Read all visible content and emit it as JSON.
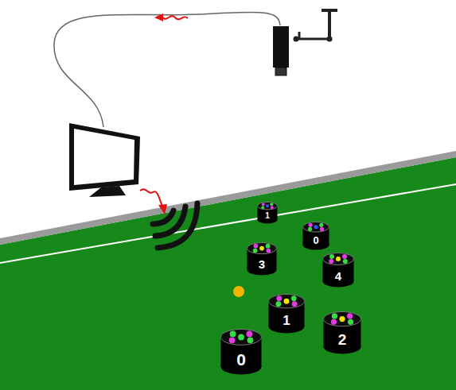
{
  "diagram": {
    "nodes": [
      {
        "text": [
          "1"
        ]
      },
      {
        "text": [
          "0"
        ]
      },
      {
        "text": [
          "3"
        ]
      },
      {
        "text": [
          "4"
        ]
      },
      {
        "text": [
          "1"
        ]
      },
      {
        "text": [
          "2"
        ]
      },
      {
        "text": [
          "0"
        ]
      }
    ]
  }
}
